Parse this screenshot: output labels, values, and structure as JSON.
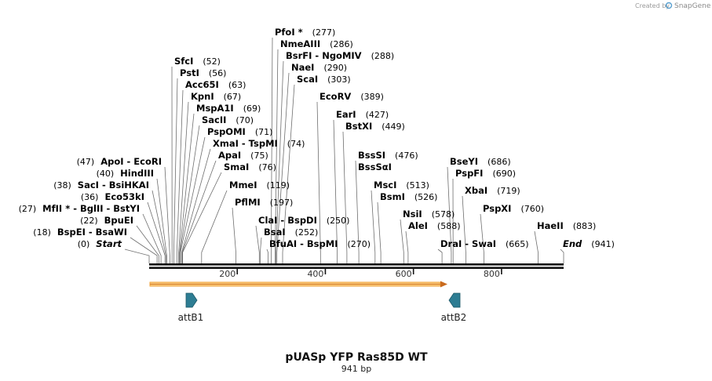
{
  "credit": {
    "prefix": "Created by",
    "brand": "SnapGene"
  },
  "sequence": {
    "name": "pUASp YFP Ras85D WT",
    "length_text": "941 bp",
    "length": 941
  },
  "ruler": {
    "ticks": [
      {
        "value": 200,
        "label": "200"
      },
      {
        "value": 400,
        "label": "400"
      },
      {
        "value": 600,
        "label": "600"
      },
      {
        "value": 800,
        "label": "800"
      }
    ]
  },
  "sites": [
    {
      "name": "SfcI",
      "pos": 52
    },
    {
      "name": "PstI",
      "pos": 56
    },
    {
      "name": "Acc65I",
      "pos": 63
    },
    {
      "name": "KpnI",
      "pos": 67
    },
    {
      "name": "MspA1I",
      "pos": 69
    },
    {
      "name": "SacII",
      "pos": 70
    },
    {
      "name": "PspOMI",
      "pos": 71
    },
    {
      "name": "XmaI",
      "name2": "TspMI",
      "pos": 74
    },
    {
      "name": "ApaI",
      "pos": 75
    },
    {
      "name": "SmaI",
      "pos": 76
    },
    {
      "name": "MmeI",
      "pos": 119
    },
    {
      "name": "PflMI",
      "pos": 197
    },
    {
      "name": "ClaI",
      "name2": "BspDI",
      "pos": 250
    },
    {
      "name": "BsaI",
      "pos": 252
    },
    {
      "name": "BfuAI",
      "name2": "BspMI",
      "pos": 270
    },
    {
      "name": "PfoI",
      "star": "*",
      "pos": 277
    },
    {
      "name": "NmeAIII",
      "pos": 286
    },
    {
      "name": "BsrFI",
      "name2": "NgoMIV",
      "pos": 288
    },
    {
      "name": "NaeI",
      "pos": 290
    },
    {
      "name": "ScaI",
      "pos": 303
    },
    {
      "name": "EcoRV",
      "pos": 389
    },
    {
      "name": "EarI",
      "pos": 427
    },
    {
      "name": "BstXI",
      "pos": 449
    },
    {
      "name": "BssSI",
      "pos": 476
    },
    {
      "name": "BssSαI",
      "pos": null
    },
    {
      "name": "MscI",
      "pos": 513
    },
    {
      "name": "BsmI",
      "pos": 526
    },
    {
      "name": "NsiI",
      "pos": 578
    },
    {
      "name": "AleI",
      "pos": 588
    },
    {
      "name": "DraI",
      "name2": "SwaI",
      "pos": 665
    },
    {
      "name": "BseYI",
      "pos": 686
    },
    {
      "name": "PspFI",
      "pos": 690
    },
    {
      "name": "XbaI",
      "pos": 719
    },
    {
      "name": "PspXI",
      "pos": 760
    },
    {
      "name": "HaeII",
      "pos": 883
    },
    {
      "name": "End",
      "pos": 941,
      "italic": true
    },
    {
      "name": "ApoI",
      "name2": "EcoRI",
      "pos": 47
    },
    {
      "name": "HindIII",
      "pos": 40
    },
    {
      "name": "SacI",
      "name2": "BsiHKAI",
      "pos": 38
    },
    {
      "name": "Eco53kI",
      "pos": 36
    },
    {
      "name": "MfII",
      "star": "*",
      "name2": "BglII",
      "name3": "BstYI",
      "pos": 27
    },
    {
      "name": "BpuEI",
      "pos": 22
    },
    {
      "name": "BspEI",
      "name2": "BsaWI",
      "pos": 18
    },
    {
      "name": "Start",
      "pos": 0,
      "italic": true
    }
  ],
  "features": [
    {
      "name": "attB1",
      "color": "#2e7d93",
      "direction": "forward"
    },
    {
      "name": "attB2",
      "color": "#2e7d93",
      "direction": "reverse"
    }
  ],
  "orf": {
    "color": "#f2b15a",
    "direction": "forward"
  },
  "colors": {
    "backbone": "#111111",
    "feature": "#2e7d93",
    "orf_fill": "#f7c87e",
    "orf_stroke": "#f2a33a"
  }
}
